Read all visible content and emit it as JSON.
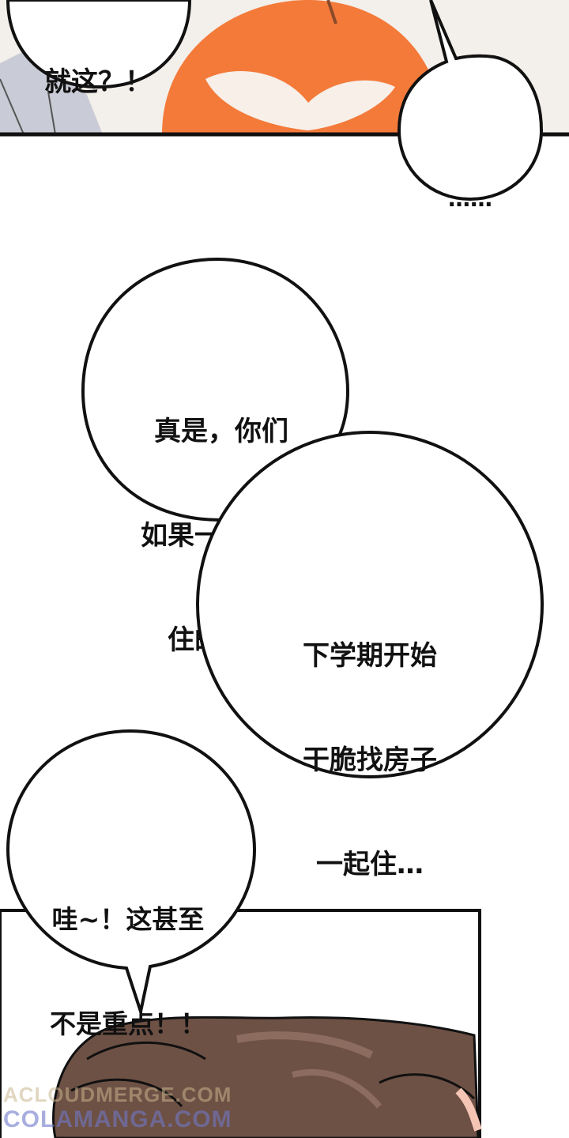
{
  "bubbles": {
    "top_left": {
      "lines": [
        "就这？！"
      ]
    },
    "top_right": {
      "lines": [
        "……"
      ]
    },
    "middle_upper": {
      "lines": [
        "真是，你们",
        "如果一直这么",
        "住的话，"
      ]
    },
    "middle_lower": {
      "lines": [
        "下学期开始",
        "干脆找房子",
        "一起住…"
      ]
    },
    "bottom_left": {
      "lines": [
        "哇~！这甚至",
        "不是重点！！"
      ]
    }
  },
  "watermarks": {
    "line1": "ACLOUDMERGE.COM",
    "line2": "COLAMANGA.COM"
  },
  "colors": {
    "orange": "#f47a3a",
    "hair_dark": "#6e5145",
    "hair_light": "#8d6c60",
    "panel_bg": "#f3efea",
    "border": "#111111"
  }
}
